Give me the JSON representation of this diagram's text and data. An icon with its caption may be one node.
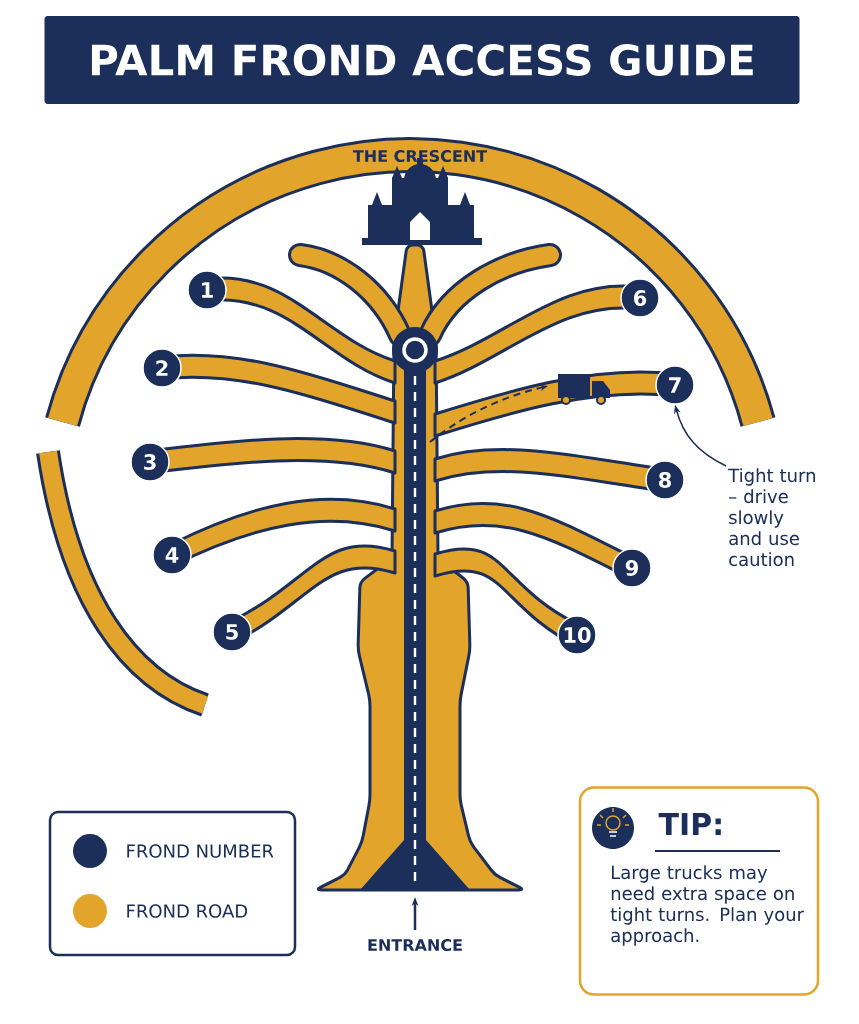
{
  "diagram": {
    "title": "PALM FROND ACCESS GUIDE",
    "nodes": [
      {
        "text": [
          "1"
        ]
      },
      {
        "text": [
          "2"
        ]
      },
      {
        "text": [
          "3"
        ]
      },
      {
        "text": [
          "4"
        ]
      },
      {
        "text": [
          "5"
        ]
      },
      {
        "text": [
          "6"
        ]
      },
      {
        "text": [
          "7"
        ]
      },
      {
        "text": [
          "8"
        ]
      },
      {
        "text": [
          "9"
        ]
      },
      {
        "text": [
          "10"
        ]
      },
      {
        "text": [
          "Tight turn – drive slowly and use caution"
        ]
      },
      {
        "text": [
          "TIP:",
          "Large trucks may need extra space on tight turns. Plan your approach."
        ]
      }
    ],
    "edges": [
      {
        "from": 10,
        "to": 6,
        "arrow": "to"
      }
    ],
    "labels": [
      "THE CRESCENT",
      "ENTRANCE"
    ],
    "legend": [
      {
        "text": "FROND NUMBER",
        "color": "#1b2f5a"
      },
      {
        "text": "FROND ROAD",
        "color": "#e2a42a"
      }
    ]
  }
}
